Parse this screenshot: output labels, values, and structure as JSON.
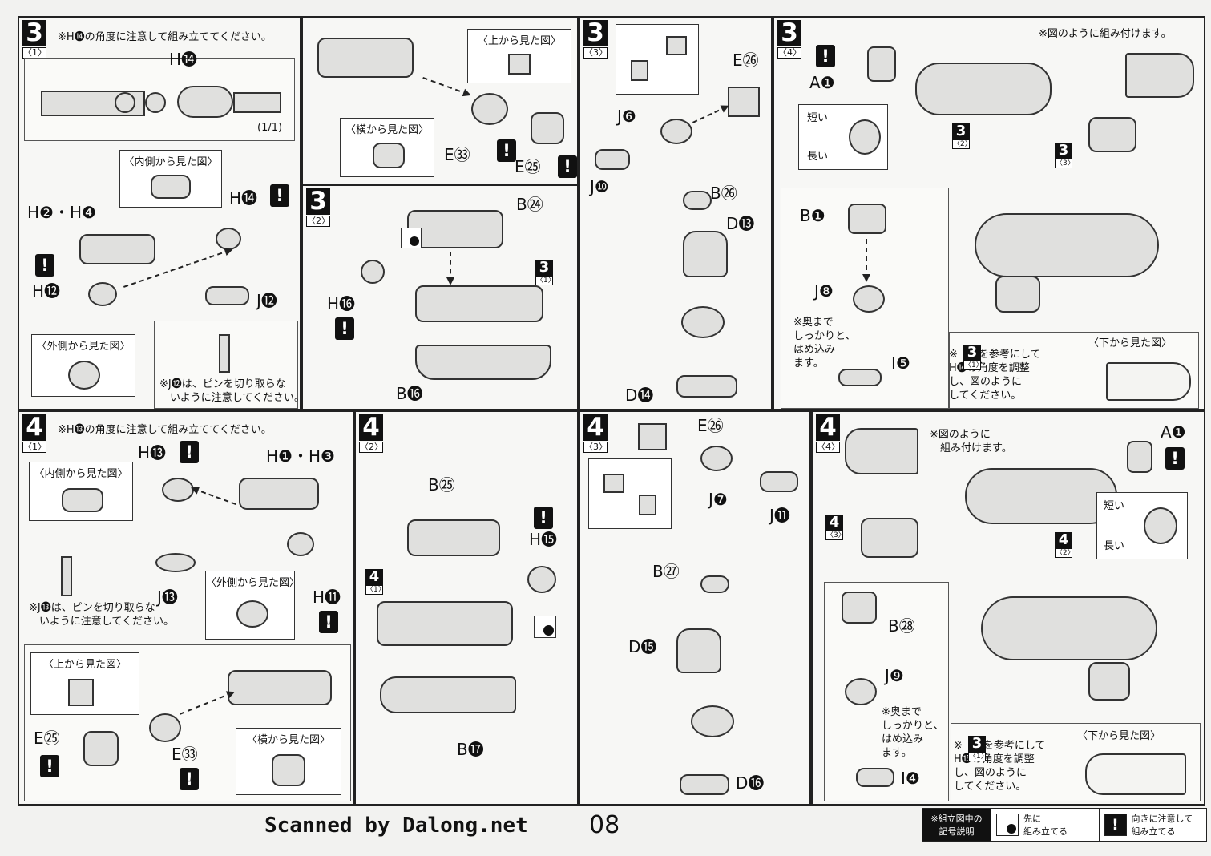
{
  "page_number": "08",
  "scan_credit": "Scanned by Dalong.net",
  "legend": {
    "title": "※組立図中の\n記号説明",
    "item1": "先に\n組み立てる",
    "item2": "向きに注意して\n組み立てる"
  },
  "steps": {
    "s3_1": {
      "num": "3",
      "sub": "〈1〉",
      "note": "※H⓮の角度に注意して組み立ててください。",
      "inner_label": "(1/1)",
      "view_inner": "〈内側から見た図〉",
      "view_outer": "〈外側から見た図〉",
      "view_top": "〈上から見た図〉",
      "view_side": "〈横から見た図〉",
      "pin_note": "※J⓬は、ピンを切り取らな\n　いように注意してください。",
      "labels": {
        "h14a": "H⓮",
        "h14b": "H⓮",
        "h2h4": "H❷・H❹",
        "h12": "H⓬",
        "j12": "J⓬",
        "e33": "E㉝",
        "e25": "E㉕"
      }
    },
    "s3_2": {
      "num": "3",
      "sub": "〈2〉",
      "labels": {
        "b24": "B㉔",
        "h16": "H⓰",
        "b16": "B⓰",
        "ref": "3",
        "refsub": "〈1〉"
      }
    },
    "s3_3": {
      "num": "3",
      "sub": "〈3〉",
      "labels": {
        "e26": "E㉖",
        "j6": "J❻",
        "j10": "J❿",
        "b26": "B㉖",
        "d13": "D⓭",
        "d14": "D⓮"
      }
    },
    "s3_4": {
      "num": "3",
      "sub": "〈4〉",
      "note": "※図のように組み付けます。",
      "short": "短い",
      "long": "長い",
      "bottom_view": "〈下から見た図〉",
      "press_note": "※奥まで\nしっかりと、\nはめ込み\nます。",
      "adjust_note": "※　　を参考にして\nH⓮の角度を調整\nし、図のように\nしてください。",
      "labels": {
        "a1": "A❶",
        "b1": "B❶",
        "j8": "J❽",
        "i5": "I❺",
        "ref2": "3",
        "ref2sub": "〈2〉",
        "ref3": "3",
        "ref3sub": "〈3〉"
      }
    },
    "s4_1": {
      "num": "4",
      "sub": "〈1〉",
      "note": "※H⓭の角度に注意して組み立ててください。",
      "view_inner": "〈内側から見た図〉",
      "view_outer": "〈外側から見た図〉",
      "view_top": "〈上から見た図〉",
      "view_side": "〈横から見た図〉",
      "pin_note": "※J⓭は、ピンを切り取らな\n　いように注意してください。",
      "labels": {
        "h13": "H⓭",
        "h1h3": "H❶・H❸",
        "j13": "J⓭",
        "h11": "H⓫",
        "e25": "E㉕",
        "e33": "E㉝"
      }
    },
    "s4_2": {
      "num": "4",
      "sub": "〈2〉",
      "labels": {
        "b25": "B㉕",
        "h15": "H⓯",
        "b17": "B⓱",
        "ref": "4",
        "refsub": "〈1〉"
      }
    },
    "s4_3": {
      "num": "4",
      "sub": "〈3〉",
      "labels": {
        "e26": "E㉖",
        "j7": "J❼",
        "j11": "J⓫",
        "b27": "B㉗",
        "d15": "D⓯",
        "d16": "D⓰"
      }
    },
    "s4_4": {
      "num": "4",
      "sub": "〈4〉",
      "note": "※図のように\n　組み付けます。",
      "short": "短い",
      "long": "長い",
      "bottom_view": "〈下から見た図〉",
      "press_note": "※奥まで\nしっかりと、\nはめ込み\nます。",
      "adjust_note": "※　　を参考にして\nH⓭の角度を調整\nし、図のように\nしてください。",
      "labels": {
        "a1": "A❶",
        "b28": "B㉘",
        "j9": "J❾",
        "i4": "I❹",
        "ref3": "4",
        "ref3sub": "〈3〉",
        "ref2": "4",
        "ref2sub": "〈2〉"
      }
    }
  },
  "icons": {
    "warning": "!",
    "pre_assemble": "black-dot-square-icon"
  }
}
